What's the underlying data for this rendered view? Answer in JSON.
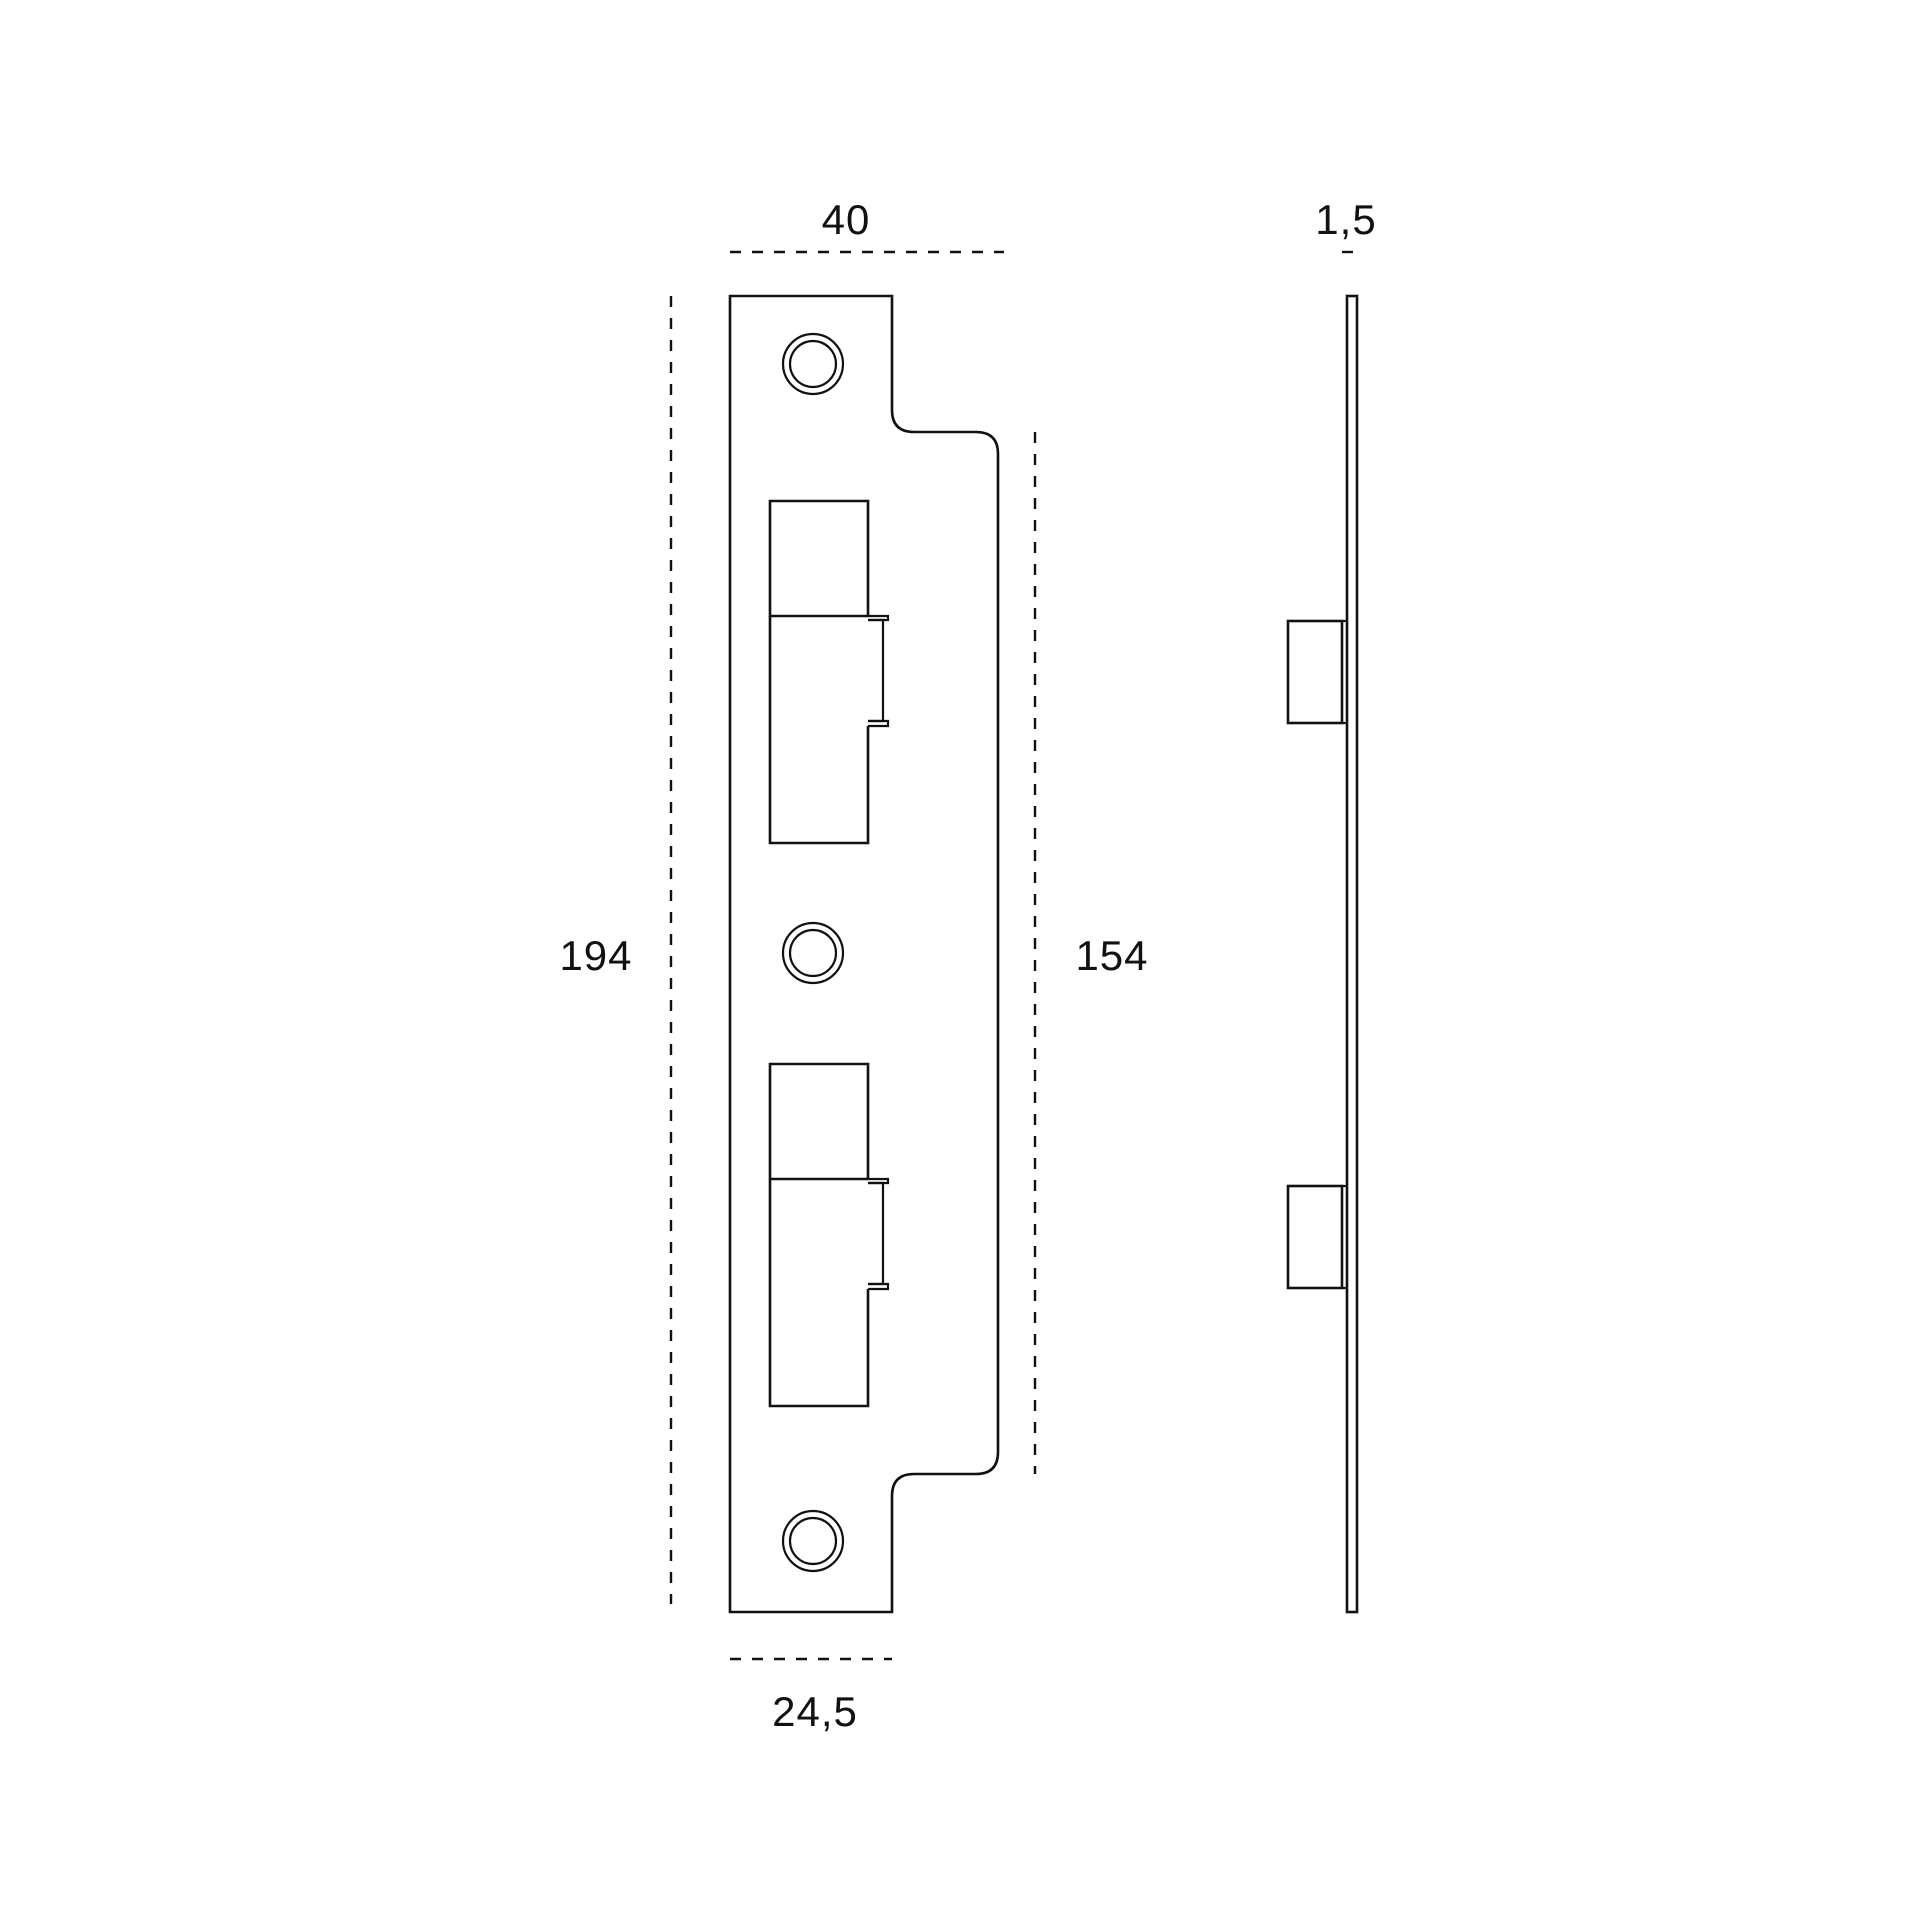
{
  "dimensions": {
    "overall_width": "40",
    "overall_height": "194",
    "inner_height": "154",
    "bottom_width": "24,5",
    "thickness": "1,5"
  },
  "colors": {
    "line": "#111111",
    "background": "#ffffff"
  }
}
